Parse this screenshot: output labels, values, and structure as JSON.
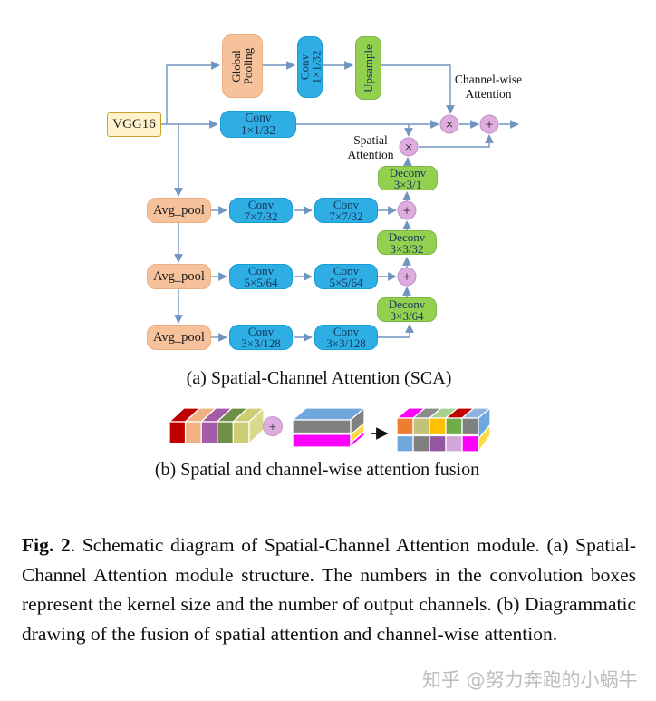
{
  "diagram": {
    "nodes": {
      "vgg16": {
        "label": "VGG16"
      },
      "global_pooling": {
        "line1": "Global",
        "line2": "Pooling"
      },
      "conv_1x1_top": {
        "line1": "Conv",
        "line2": "1×1/32"
      },
      "upsample": {
        "label": "Upsample"
      },
      "conv_1x1": {
        "line1": "Conv",
        "line2": "1×1/32"
      },
      "avg_pool": {
        "label": "Avg_pool"
      },
      "conv_7x7": {
        "line1": "Conv",
        "line2": "7×7/32"
      },
      "conv_5x5": {
        "line1": "Conv",
        "line2": "5×5/64"
      },
      "conv_3x3": {
        "line1": "Conv",
        "line2": "3×3/128"
      },
      "deconv_1": {
        "line1": "Deconv",
        "line2": "3×3/1"
      },
      "deconv_32": {
        "line1": "Deconv",
        "line2": "3×3/32"
      },
      "deconv_64": {
        "line1": "Deconv",
        "line2": "3×3/64"
      }
    },
    "labels": {
      "channel_wise": {
        "line1": "Channel-wise",
        "line2": "Attention"
      },
      "spatial": {
        "line1": "Spatial",
        "line2": "Attention"
      }
    },
    "operators": {
      "multiply": "×",
      "add": "+"
    },
    "colors": {
      "node_blue": "#2FAEE3",
      "node_green": "#92D050",
      "node_peach": "#F5C29C",
      "node_cream": "#FFF3CC",
      "operator_fill": "#DEACDE",
      "connector": "#7094C0",
      "text_navy": "#17365D"
    }
  },
  "fusion": {
    "plus_symbol": "+",
    "spatial_block": {
      "front": [
        "#C00000",
        "#F2B183",
        "#A45CA8",
        "#6E8F44",
        "#CDCD74"
      ],
      "top": [
        "#C00000",
        "#F2B183",
        "#A45CA8",
        "#6E8F44",
        "#CDCD74"
      ],
      "side": "#DADA8C"
    },
    "channel_block": {
      "top": "#6FA8DC",
      "front": [
        "#808080",
        "#FF00FF"
      ],
      "side": [
        "#808080",
        "#FFD942",
        "#FF00FF"
      ]
    },
    "fused_block": {
      "top": [
        "#FF00FF",
        "#8C8C8C",
        "#A9D18E",
        "#C00000",
        "#8DB4E2"
      ],
      "front_top_row": [
        "#ED7D31",
        "#C2C27A",
        "#FFC000",
        "#70AD47",
        "#808080"
      ],
      "front_bottom_row": [
        "#6FA8DC",
        "#7F7F7F",
        "#9455A3",
        "#D2A6D8",
        "#FF00FF"
      ],
      "side": [
        "#6FA8DC",
        "#FFD942"
      ]
    }
  },
  "captions": {
    "sub_a": "(a) Spatial-Channel Attention (SCA)",
    "sub_b": "(b) Spatial and channel-wise attention fusion",
    "fig_label": "Fig. 2",
    "fig_text": ".   Schematic diagram of Spatial-Channel Attention module. (a) Spatial-Channel Attention module structure. The numbers in the convolution boxes represent the kernel size and the number of output channels. (b) Diagrammatic drawing of the fusion of spatial attention and channel-wise attention."
  },
  "watermark": "知乎 @努力奔跑的小蜗牛"
}
